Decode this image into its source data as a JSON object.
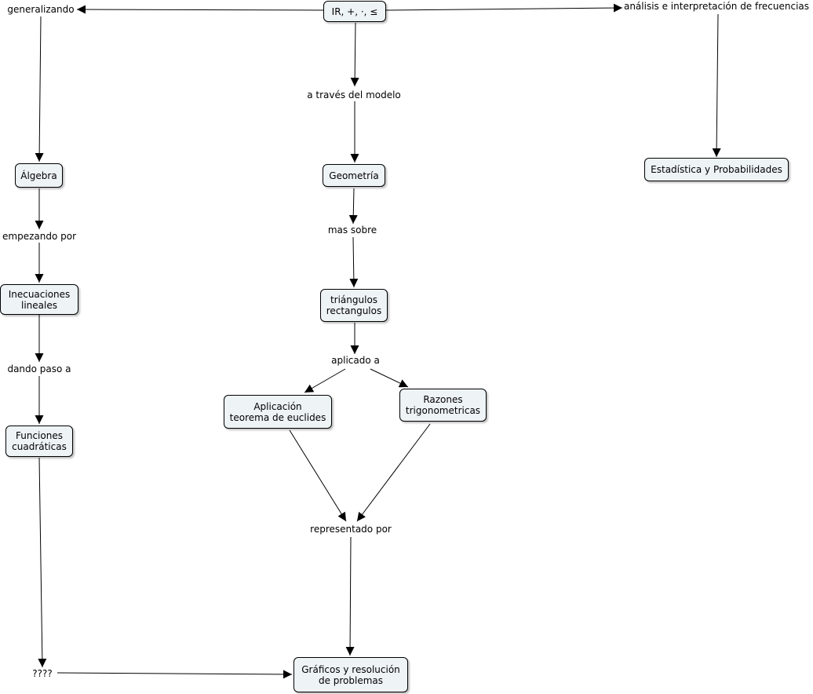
{
  "concept_map": {
    "nodes": {
      "root": "IR, +, ·, ≤",
      "algebra": "Álgebra",
      "inecuaciones": "Inecuaciones\nlineales",
      "funciones": "Funciones\ncuadráticas",
      "geometria": "Geometría",
      "triangulos": "triángulos\nrectangulos",
      "euclides": "Aplicación\nteorema de euclides",
      "razones": "Razones\ntrigonometricas",
      "graficos": "Gráficos y resolución\nde problemas",
      "estadistica": "Estadística y Probabilidades"
    },
    "links": {
      "generalizando": "generalizando",
      "a_traves": "a través del modelo",
      "analisis": "análisis e interpretación de frecuencias",
      "empezando": "empezando por",
      "dando_paso": "dando paso a",
      "mas_sobre": "mas sobre",
      "aplicado": "aplicado a",
      "representado": "representado por",
      "incognita": "????"
    }
  }
}
